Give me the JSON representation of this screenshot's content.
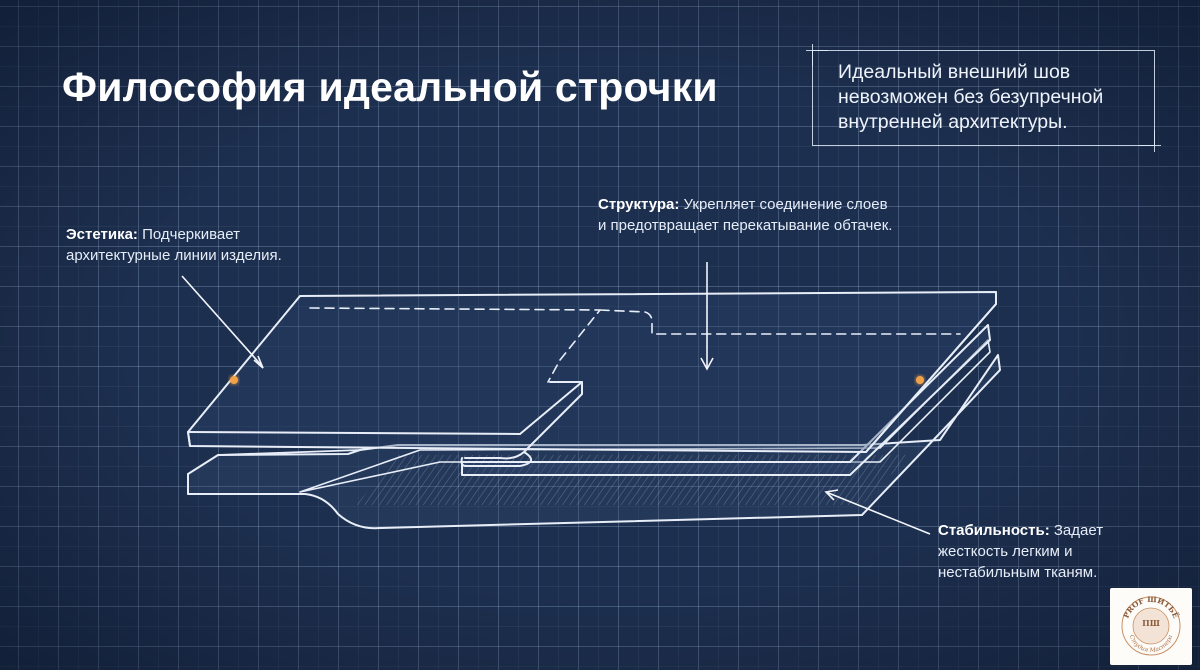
{
  "title": "Философия идеальной строчки",
  "quote": {
    "text": "Идеальный внешний шов невозможен без безупречной внутренней архитектуры."
  },
  "callouts": {
    "aesthetics": {
      "label": "Эстетика:",
      "text": " Подчеркивает архитектурные линии изделия."
    },
    "structure": {
      "label": "Структура:",
      "text": " Укрепляет соединение слоев и предотвращает перекатывание обтачек."
    },
    "stability": {
      "label": "Стабильность:",
      "text": " Задает жесткость легким и нестабильным тканям."
    }
  },
  "logo": {
    "top_text": "PROF ШИТЬЁ",
    "bottom_text": "Студия Мастера",
    "mark": "ПШ"
  },
  "colors": {
    "background": "#1d2f4f",
    "line": "#e8eef8",
    "stitch": "#f0a24a",
    "text": "#ffffff"
  }
}
